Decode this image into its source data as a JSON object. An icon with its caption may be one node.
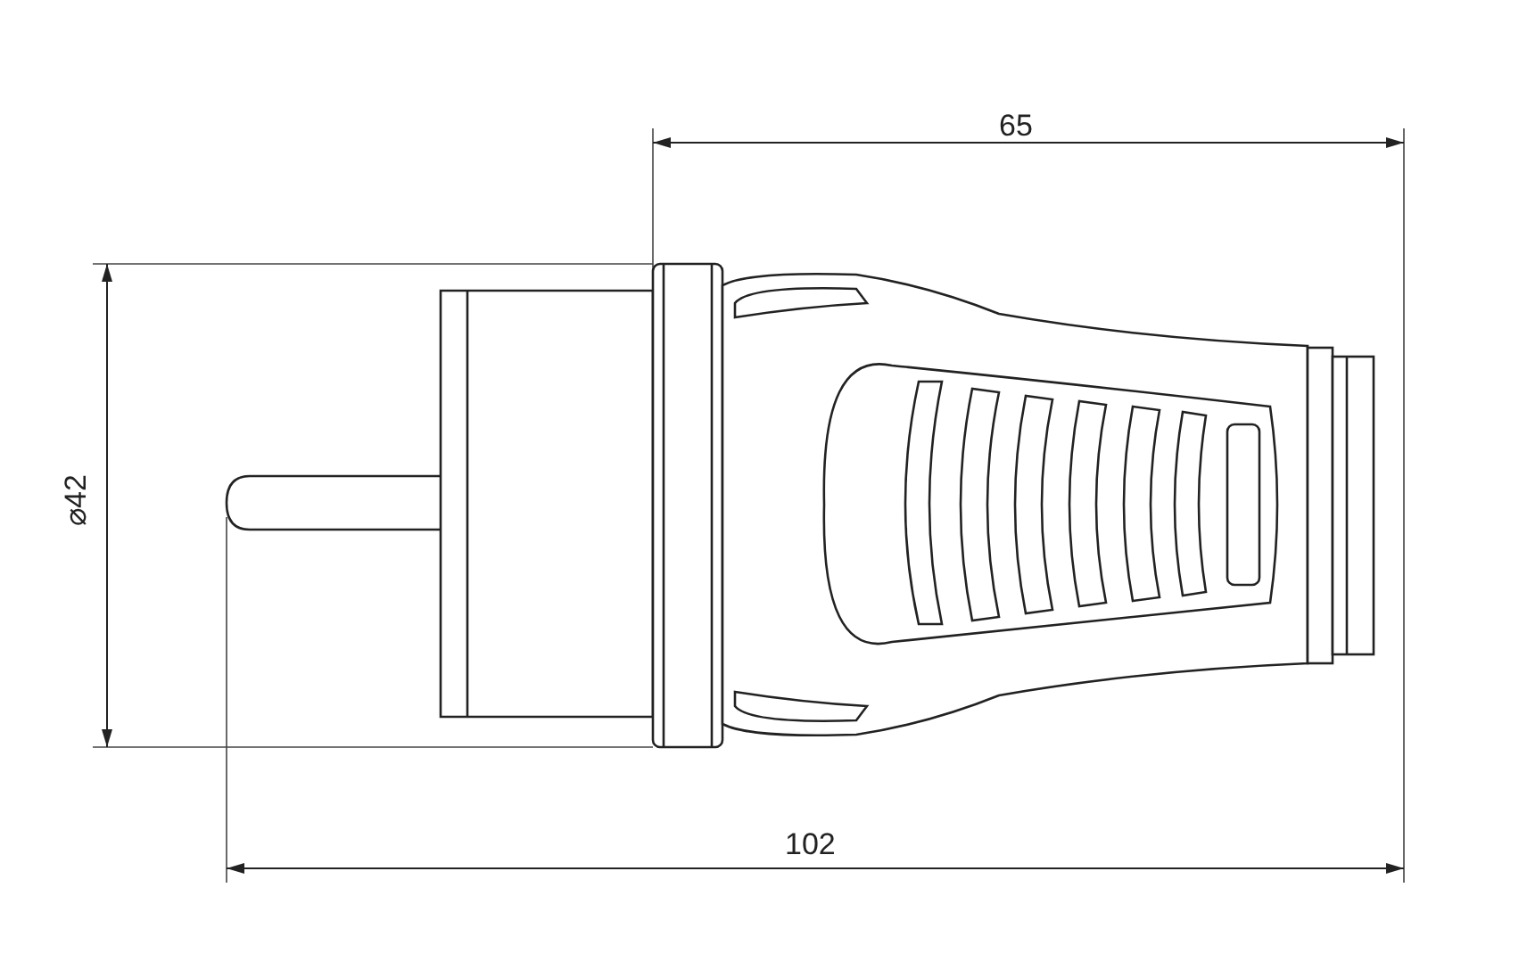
{
  "diagram": {
    "labels": [
      "65",
      "⌀42",
      "102"
    ]
  }
}
